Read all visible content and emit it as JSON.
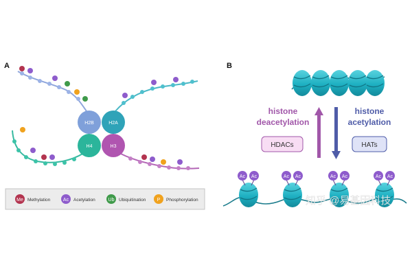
{
  "panelA": {
    "label": "A",
    "histones": {
      "h2b": "H2B",
      "h2a": "H2A",
      "h4": "H4",
      "h3": "H3"
    },
    "legend": [
      {
        "symbol": "Me",
        "name": "Methylation",
        "color": "#b3344f"
      },
      {
        "symbol": "Ac",
        "name": "Acetylation",
        "color": "#8e5ccc"
      },
      {
        "symbol": "Ub",
        "name": "Ubiquitination",
        "color": "#3f9a4a"
      },
      {
        "symbol": "P",
        "name": "Phosphorylation",
        "color": "#f0a21e"
      }
    ]
  },
  "panelB": {
    "label": "B",
    "left_title_1": "histone",
    "left_title_2": "deacetylation",
    "right_title_1": "histone",
    "right_title_2": "acetylation",
    "enzyme_left": "HDACs",
    "enzyme_right": "HATs",
    "ac_label": "Ac"
  },
  "watermark": "知乎 @易基因科技",
  "colors": {
    "h2b": "#7fa0da",
    "h2a": "#2fa3b8",
    "h4": "#2bb59b",
    "h3": "#b055b0",
    "nucleosome": "#22b5c6",
    "acetyl": "#8e5ccc",
    "deacetylation": "#a157a9",
    "acetylation": "#4f5ca8"
  }
}
